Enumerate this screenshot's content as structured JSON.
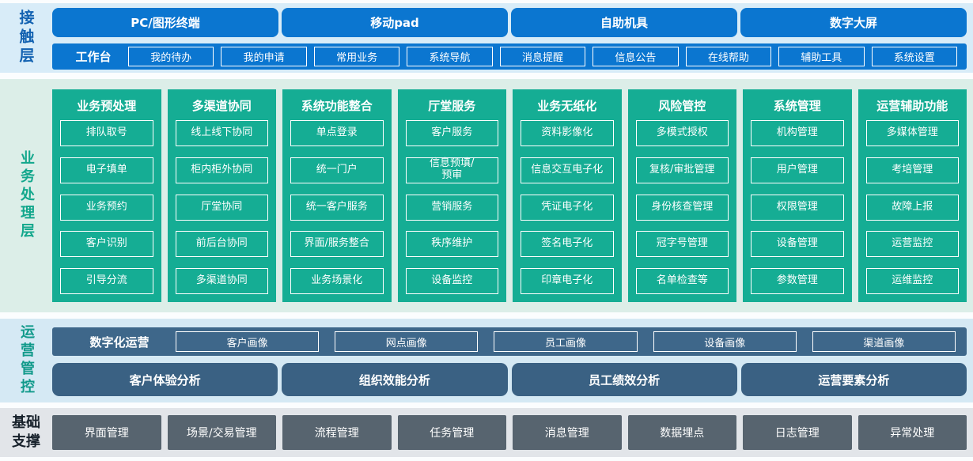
{
  "colors": {
    "blue": "#0b76d0",
    "blue_label_text": "#1362b1",
    "teal": "#15ad94",
    "teal_label_text": "#12a78c",
    "slate_blue": "#3c6486",
    "slate_gray": "#57646f",
    "bg_light_blue": "#d8ecf8",
    "bg_mint": "#dceee8",
    "bg_light_blue_2": "#d5e9f4",
    "bg_gray": "#e2e5e9",
    "dark_label_text": "#17212b"
  },
  "contact_layer": {
    "label": "接触层",
    "terminals": [
      "PC/图形终端",
      "移动pad",
      "自助机具",
      "数字大屏"
    ],
    "workbench": {
      "label": "工作台",
      "items": [
        "我的待办",
        "我的申请",
        "常用业务",
        "系统导航",
        "消息提醒",
        "信息公告",
        "在线帮助",
        "辅助工具",
        "系统设置"
      ]
    }
  },
  "business_layer": {
    "label": "业务处理层",
    "columns": [
      {
        "title": "业务预处理",
        "items": [
          "排队取号",
          "电子填单",
          "业务预约",
          "客户识别",
          "引导分流"
        ]
      },
      {
        "title": "多渠道协同",
        "items": [
          "线上线下协同",
          "柜内柜外协同",
          "厅堂协同",
          "前后台协同",
          "多渠道协同"
        ]
      },
      {
        "title": "系统功能整合",
        "items": [
          "单点登录",
          "统一门户",
          "统一客户服务",
          "界面/服务整合",
          "业务场景化"
        ]
      },
      {
        "title": "厅堂服务",
        "items": [
          "客户服务",
          "信息预填/\n预审",
          "营销服务",
          "秩序维护",
          "设备监控"
        ]
      },
      {
        "title": "业务无纸化",
        "items": [
          "资料影像化",
          "信息交互电子化",
          "凭证电子化",
          "签名电子化",
          "印章电子化"
        ]
      },
      {
        "title": "风险管控",
        "items": [
          "多模式授权",
          "复核/审批管理",
          "身份核查管理",
          "冠字号管理",
          "名单检查等"
        ]
      },
      {
        "title": "系统管理",
        "items": [
          "机构管理",
          "用户管理",
          "权限管理",
          "设备管理",
          "参数管理"
        ]
      },
      {
        "title": "运营辅助功能",
        "items": [
          "多媒体管理",
          "考培管理",
          "故障上报",
          "运营监控",
          "运维监控"
        ]
      }
    ]
  },
  "operation_layer": {
    "label": "运营管控",
    "digital_ops": {
      "label": "数字化运营",
      "items": [
        "客户画像",
        "网点画像",
        "员工画像",
        "设备画像",
        "渠道画像"
      ]
    },
    "analysis": [
      "客户体验分析",
      "组织效能分析",
      "员工绩效分析",
      "运营要素分析"
    ]
  },
  "foundation_layer": {
    "label": "基础支撑",
    "items": [
      "界面管理",
      "场景/交易管理",
      "流程管理",
      "任务管理",
      "消息管理",
      "数据埋点",
      "日志管理",
      "异常处理"
    ]
  }
}
